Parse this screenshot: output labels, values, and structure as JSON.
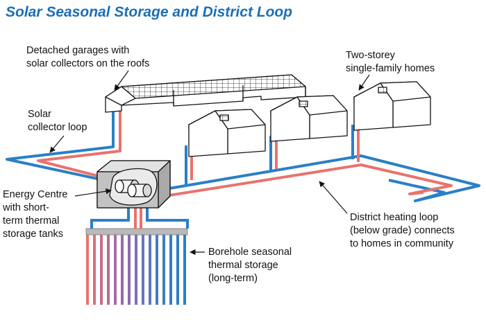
{
  "title": "Solar Seasonal Storage and District Loop",
  "labels": {
    "garages": [
      "Detached garages with",
      "solar collectors on the roofs"
    ],
    "homes": [
      "Two-storey",
      "single-family homes"
    ],
    "solar_loop": [
      "Solar",
      "collector loop"
    ],
    "energy_centre": [
      "Energy Centre",
      "with short-",
      "term thermal",
      "storage tanks"
    ],
    "borehole": [
      "Borehole seasonal",
      "thermal storage",
      "(long-term)"
    ],
    "district": [
      "District heating loop",
      "(below grade) connects",
      "to homes in community"
    ]
  },
  "colors": {
    "hot_pipe": "#e8736c",
    "cold_pipe": "#2b7fc6",
    "title": "#1b6fb6",
    "outline": "#111111"
  }
}
